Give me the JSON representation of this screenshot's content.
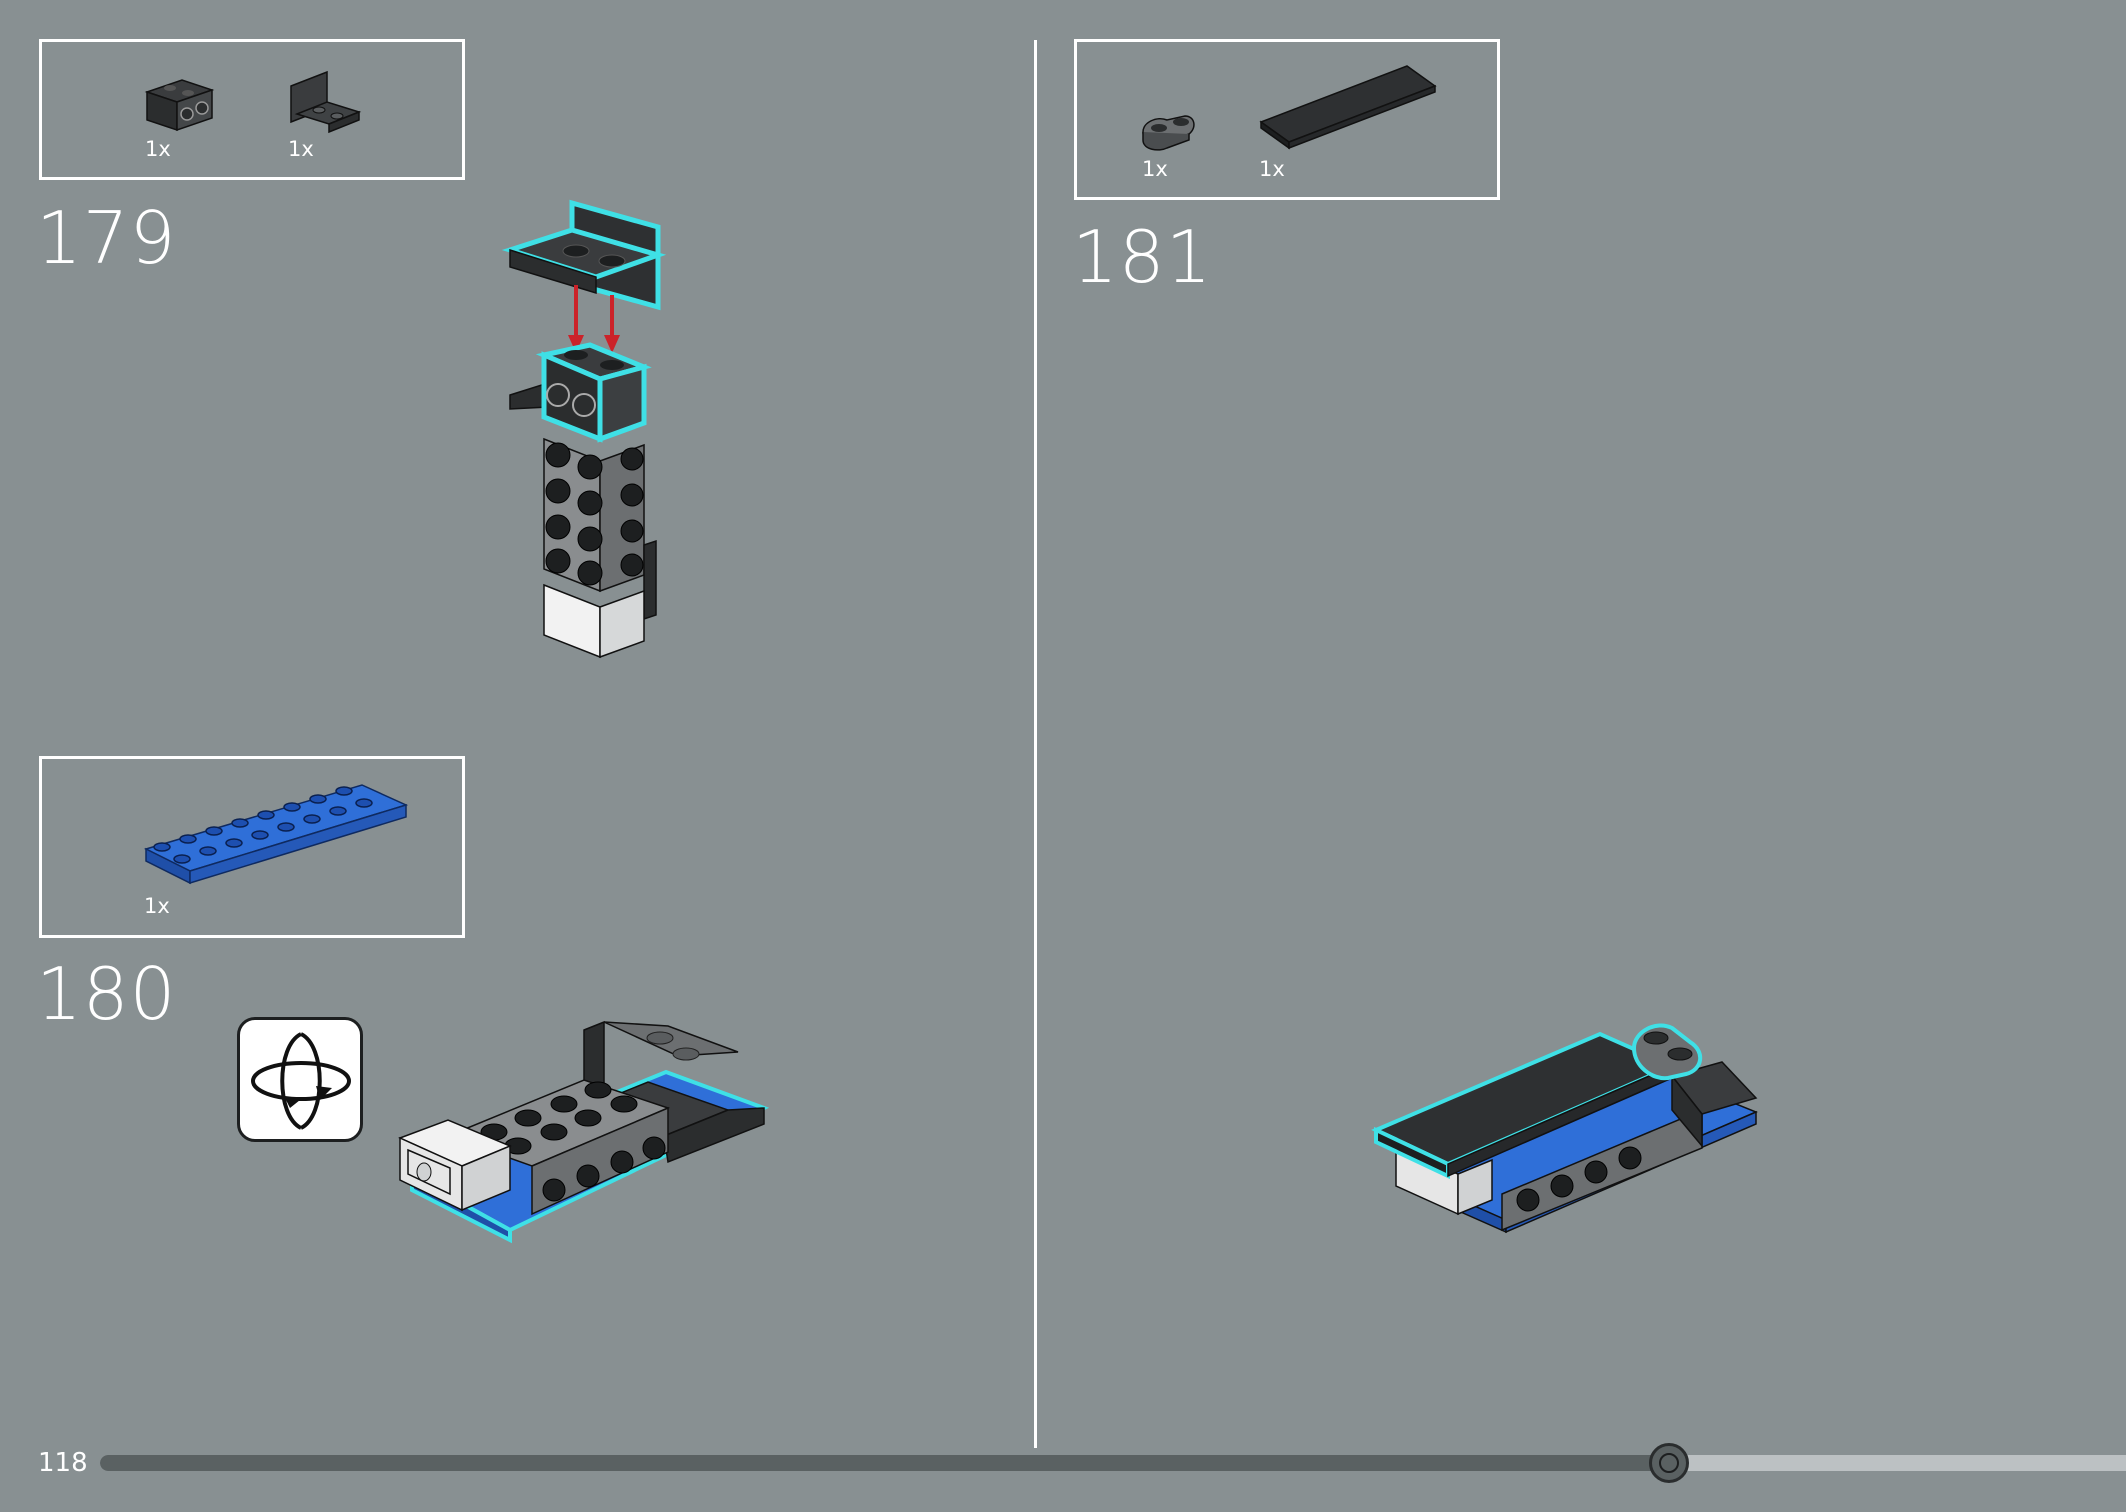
{
  "page": {
    "page_number": "118",
    "progress_fraction": 0.885
  },
  "steps": [
    {
      "number": "179",
      "parts": [
        {
          "icon": "brick-1x2-with-side-studs",
          "qty": "1x"
        },
        {
          "icon": "bracket-1x2-1x2",
          "qty": "1x"
        }
      ]
    },
    {
      "number": "180",
      "parts": [
        {
          "icon": "plate-2x8-blue",
          "qty": "1x"
        }
      ],
      "rotate_hint": "rotate-model-icon"
    },
    {
      "number": "181",
      "parts": [
        {
          "icon": "plate-1x2-round-gray",
          "qty": "1x"
        },
        {
          "icon": "tile-2x6-black",
          "qty": "1x"
        }
      ]
    }
  ],
  "colors": {
    "background": "#889092",
    "highlight": "#3fe0e6",
    "arrow": "#cc2229",
    "blue_plate": "#2460c8"
  }
}
